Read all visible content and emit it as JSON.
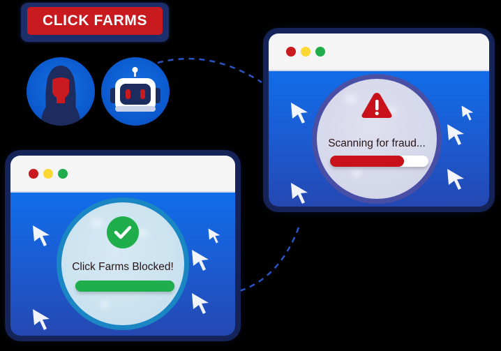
{
  "badge": {
    "label": "CLICK FARMS",
    "color": "#c81a1f"
  },
  "avatars": [
    {
      "name": "hooded-hacker",
      "icon": "hacker-icon"
    },
    {
      "name": "bot",
      "icon": "robot-icon"
    }
  ],
  "scan_window": {
    "title_dots": [
      "#c81a1f",
      "#fdd835",
      "#1fae4b"
    ],
    "alert_icon": "warning-triangle-icon",
    "status_text": "Scanning for fraud...",
    "progress_percent": 75,
    "progress_color": "#c8111a"
  },
  "blocked_window": {
    "title_dots": [
      "#c81a1f",
      "#fdd835",
      "#1fae4b"
    ],
    "status_icon": "check-circle-icon",
    "status_text": "Click Farms Blocked!",
    "progress_percent": 100,
    "progress_color": "#1fae4b"
  },
  "colors": {
    "window_blue": "#0a76f3",
    "connector": "#2a55c8",
    "scan_ring": "#4a4fa6",
    "ok_ring": "#1a86c4"
  }
}
